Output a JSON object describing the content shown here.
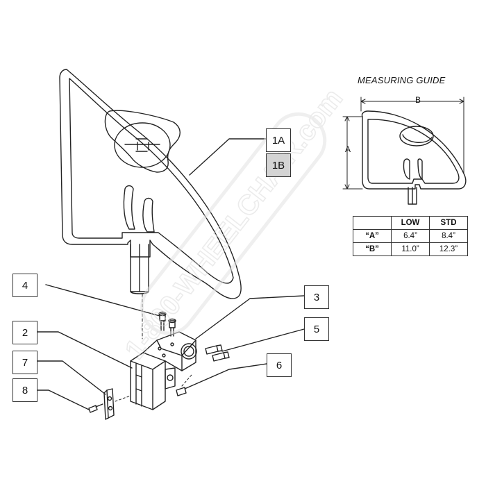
{
  "callouts": {
    "c1a": "1A",
    "c1b": "1B",
    "c2": "2",
    "c3": "3",
    "c4": "4",
    "c5": "5",
    "c6": "6",
    "c7": "7",
    "c8": "8"
  },
  "measuring_guide": {
    "title": "MEASURING GUIDE",
    "dim_a": "A",
    "dim_b": "B"
  },
  "size_table": {
    "headers": [
      "",
      "LOW",
      "STD"
    ],
    "rows": [
      {
        "label": "“A”",
        "low": "6.4”",
        "std": "8.4”"
      },
      {
        "label": "“B”",
        "low": "11.0”",
        "std": "12.3”"
      }
    ]
  },
  "watermark": {
    "text": "1-800-WHEELCHAIR.com"
  },
  "colors": {
    "line": "#222222",
    "callout_shade": "#d4d4d4",
    "watermark": "#e6e6e6"
  }
}
